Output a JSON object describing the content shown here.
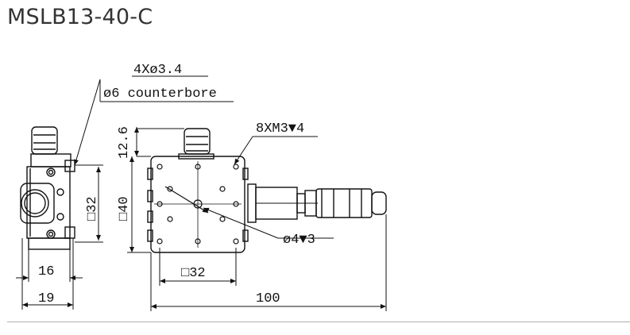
{
  "title": "MSLB13-40-C",
  "callouts": {
    "holes": "4Xø3.4",
    "counterbore": "ø6 counterbore",
    "tapped": "8XM3▼4",
    "pin": "ø4▼3"
  },
  "dimensions": {
    "side_height": "□32",
    "front_height": "□40",
    "top_offset": "12.6",
    "width_16": "16",
    "width_19": "19",
    "width_32": "□32",
    "length_100": "100"
  },
  "colors": {
    "line": "#111111",
    "title": "#333333",
    "rule": "#b0b0b0"
  }
}
